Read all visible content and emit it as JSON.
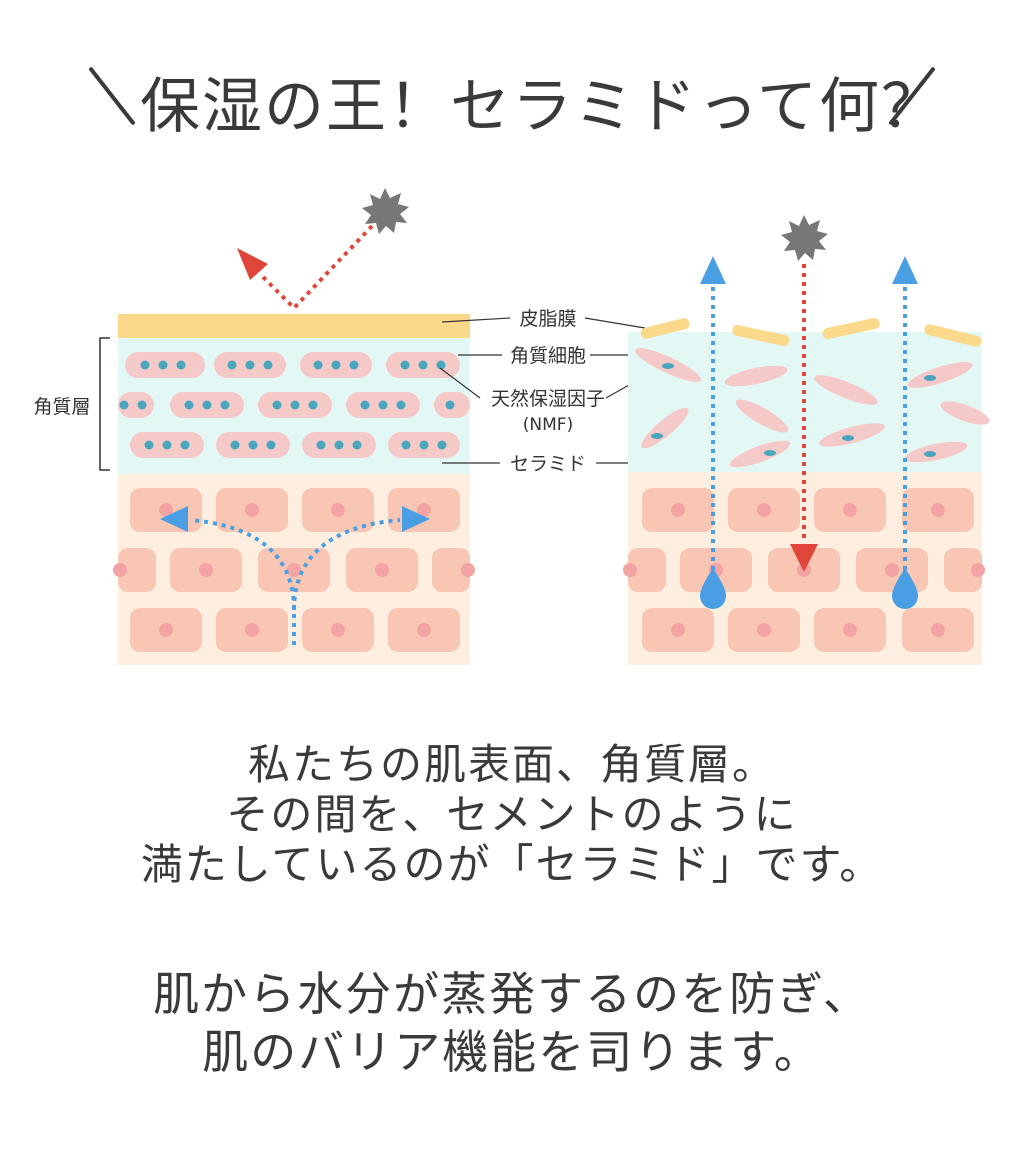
{
  "title": "保湿の王！セラミドって何？",
  "labels": {
    "sebum": "皮脂膜",
    "corneocyte": "角質細胞",
    "nmf_line1": "天然保湿因子",
    "nmf_line2": "(NMF)",
    "ceramide": "セラミド",
    "stratum": "角質層"
  },
  "paragraph1": [
    "私たちの肌表面、角質層。",
    "その間を、セメントのように",
    "満たしているのが「セラミド」です。"
  ],
  "paragraph2": [
    "肌から水分が蒸発するのを防ぎ、",
    "肌のバリア機能を司ります。"
  ],
  "colors": {
    "sebum": "#fbd98a",
    "stratum_bg": "#e3f8f5",
    "cell_pink": "#f6c9c9",
    "nucleus_teal": "#4aa6bd",
    "epidermis_bg": "#fdeee0",
    "epidermis_cell": "#f8c6b3",
    "epidermis_nucleus": "#f3a3a3",
    "arrow_blue": "#4a9fe4",
    "arrow_red": "#e0453a",
    "uv_gray": "#777777"
  }
}
